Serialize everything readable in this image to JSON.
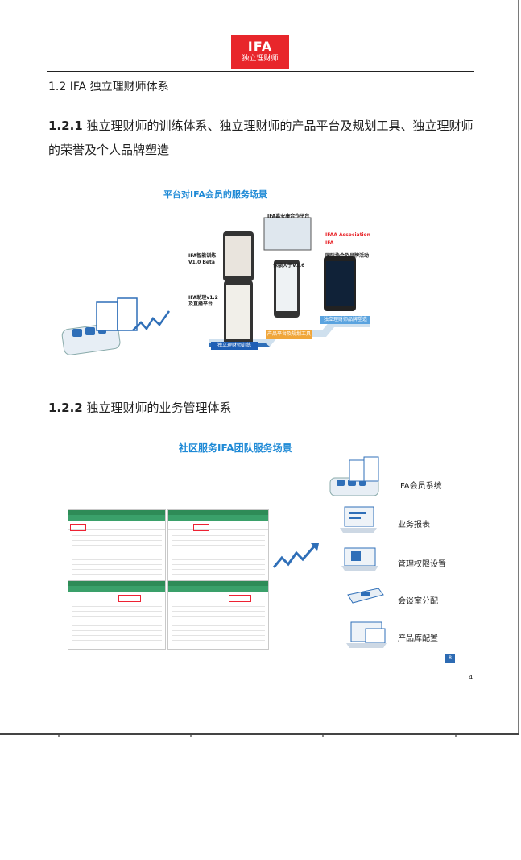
{
  "logo": {
    "mark": "IFA",
    "sub": "独立理财师"
  },
  "section_title": "1.2 IFA 独立理财师体系",
  "heading_121": {
    "num": "1.2.1",
    "text": " 独立理财师的训练体系、独立理财师的产品平台及规划工具、独立理财师的荣誉及个人品牌塑造"
  },
  "figure1": {
    "title": "平台对IFA会员的服务场景",
    "labels": {
      "training_app": "IFA智能训练\nV1.0 Beta",
      "live_platform": "IFA助理v1.2\n及直播平台",
      "insurance_platform": "IFA嘉安康合作平台",
      "insurance_tool": "保额大于V1.6",
      "association_event": "国际协会及品牌活动",
      "association_title": "IFAA Association",
      "association_sub": "IFA"
    },
    "tags": {
      "training": "独立理财师训练",
      "product": "产品平台及规划工具",
      "brand": "独立理财师品牌塑造"
    }
  },
  "heading_122": {
    "num": "1.2.2",
    "text": " 独立理财师的业务管理体系"
  },
  "figure2": {
    "title": "社区服务IFA团队服务场景",
    "menu": [
      {
        "label": "IFA会员系统",
        "icon": "member-system-icon"
      },
      {
        "label": "业务报表",
        "icon": "report-icon"
      },
      {
        "label": "管理权限设置",
        "icon": "permission-icon"
      },
      {
        "label": "会谈室分配",
        "icon": "meeting-room-icon"
      },
      {
        "label": "产品库配置",
        "icon": "product-library-icon"
      }
    ],
    "badge": "8"
  },
  "page_number": "4",
  "colors": {
    "brand_red": "#e8262b",
    "figure_blue": "#1f8ad6",
    "tag_dark_blue": "#1f5fb5",
    "tag_orange": "#f0a63a",
    "tag_light_blue": "#5aa3df"
  }
}
